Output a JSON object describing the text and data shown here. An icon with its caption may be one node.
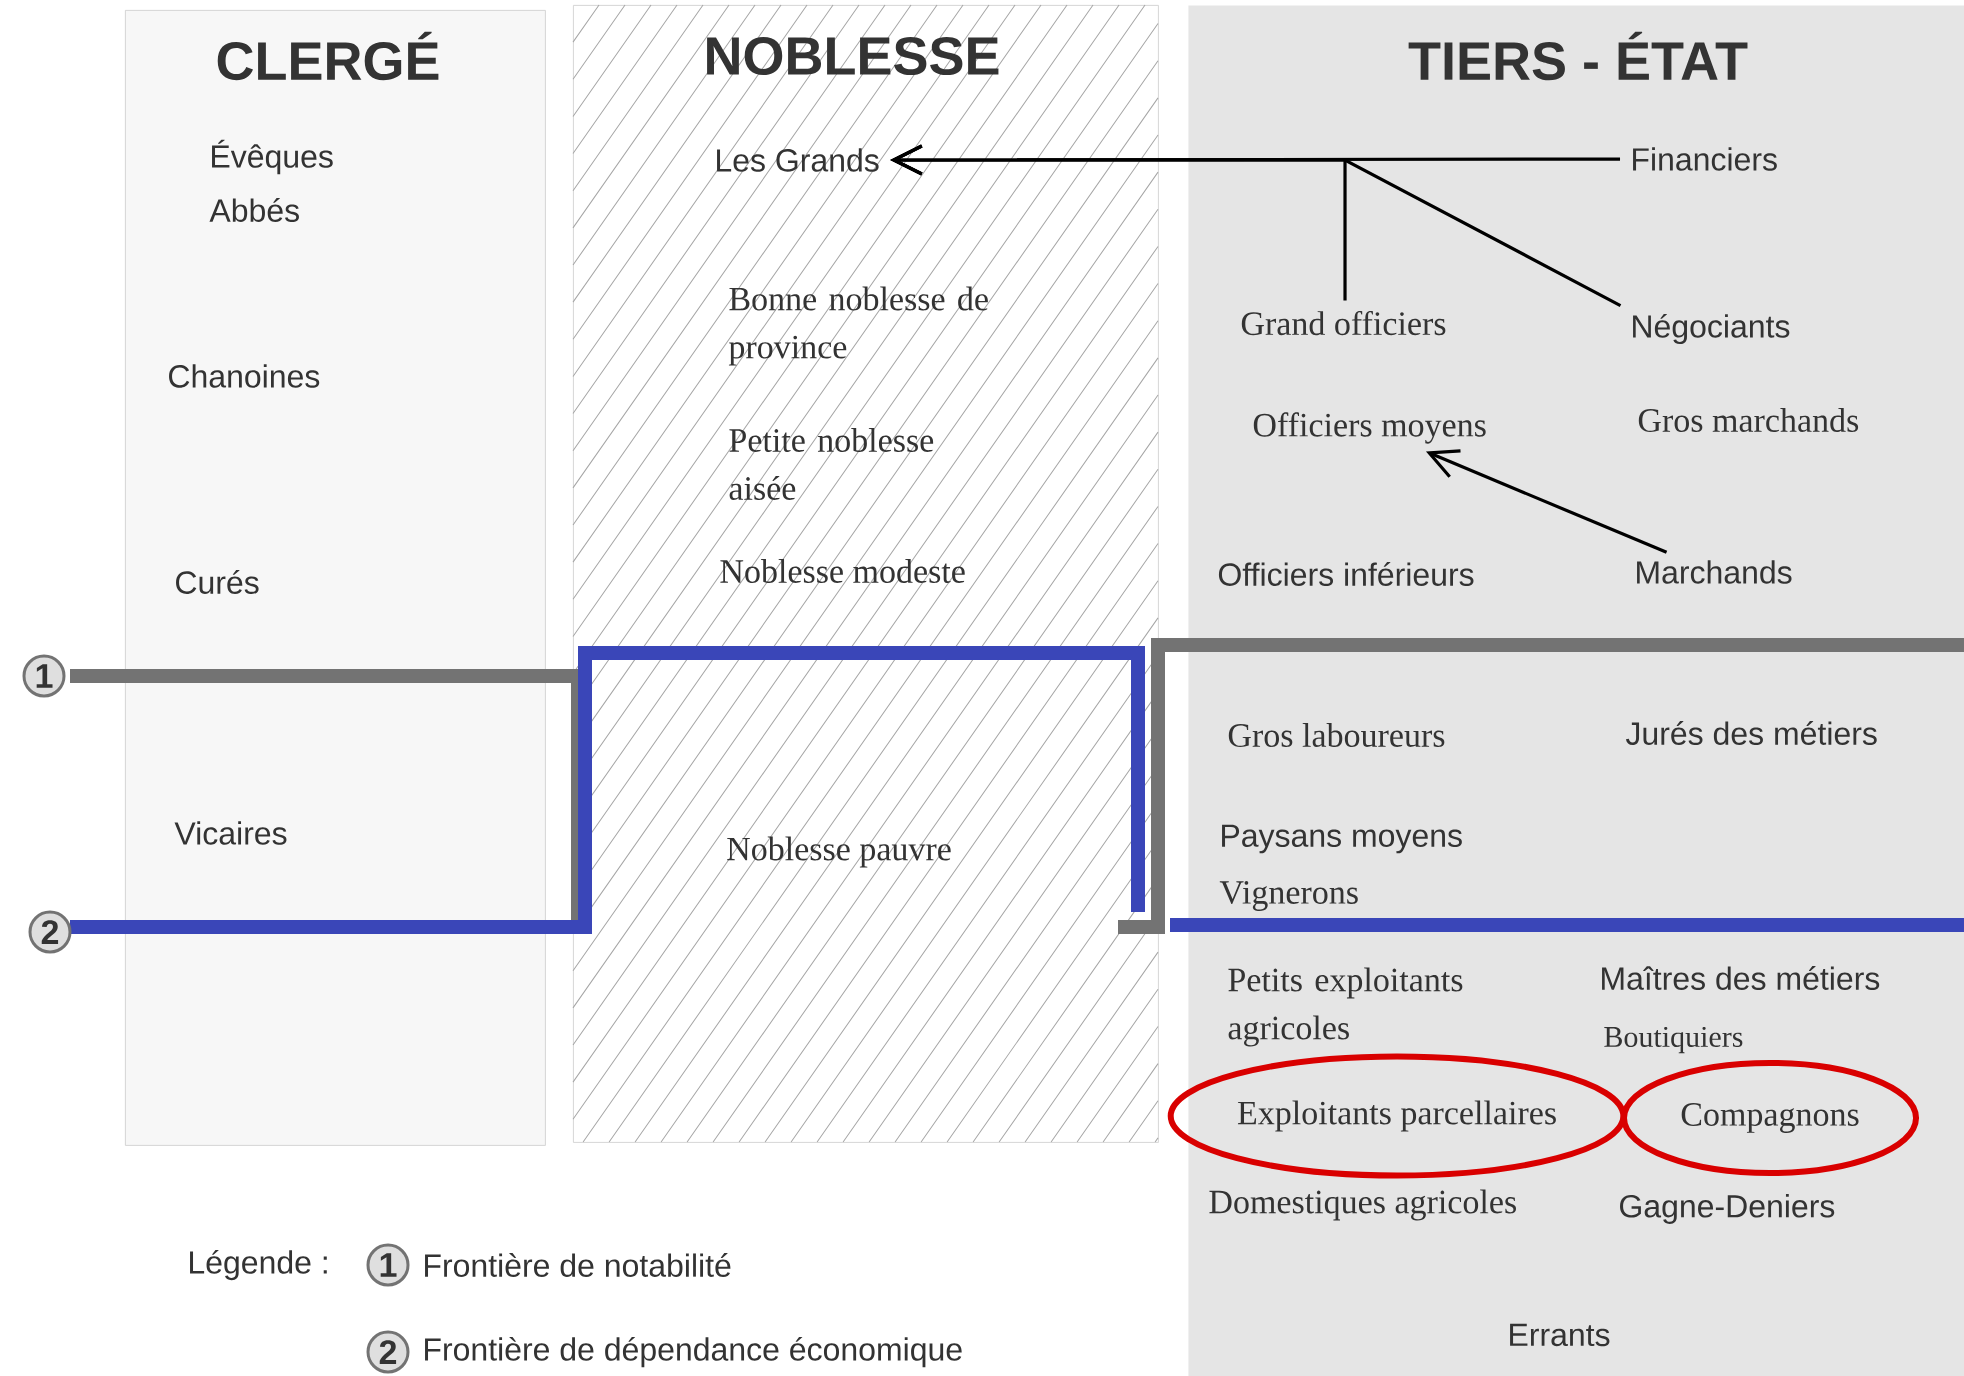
{
  "diagram": {
    "nodes": [
      {
        "text": [
          "CLERGÉ",
          "Évêques",
          "Abbés",
          "Chanoines",
          "Curés",
          "Vicaires"
        ]
      },
      {
        "text": [
          "NOBLESSE",
          "Bonne noblesse de province",
          "Petite noblesse aisée",
          "Noblesse modeste",
          "Noblesse pauvre"
        ]
      },
      {
        "text": [
          "Les Grands"
        ],
        "in": 1
      },
      {
        "text": [
          "TIERS - ÉTAT",
          "Gros marchands",
          "Officiers inférieurs",
          "Gros laboureurs",
          "Jurés des métiers",
          "Paysans moyens",
          "Vignerons",
          "Petits exploitants agricoles",
          "Maîtres des métiers",
          "Boutiquiers",
          "Domestiques agricoles",
          "Gagne-Deniers",
          "Errants"
        ]
      },
      {
        "text": [
          "Financiers"
        ],
        "in": 3
      },
      {
        "text": [
          "Grand officiers"
        ],
        "in": 3
      },
      {
        "text": [
          "Négociants"
        ],
        "in": 3
      },
      {
        "text": [
          "Officiers moyens"
        ],
        "in": 3
      },
      {
        "text": [
          "Marchands"
        ],
        "in": 3
      },
      {
        "text": [
          "Exploitants parcellaires"
        ],
        "in": 3
      },
      {
        "text": [
          "Compagnons"
        ],
        "in": 3
      }
    ],
    "edges": [
      {
        "from": 4,
        "to": 2,
        "arrow": "to"
      },
      {
        "from": 5,
        "to": 2,
        "arrow": "to"
      },
      {
        "from": 6,
        "to": 2,
        "arrow": "to"
      },
      {
        "from": 8,
        "to": 7,
        "arrow": "to"
      }
    ],
    "labels": [
      "1",
      "2",
      "Légende :",
      "1",
      "2"
    ],
    "legend": [
      {
        "text": "Frontière de notabilité"
      },
      {
        "text": "Frontière de dépendance économique"
      }
    ]
  }
}
